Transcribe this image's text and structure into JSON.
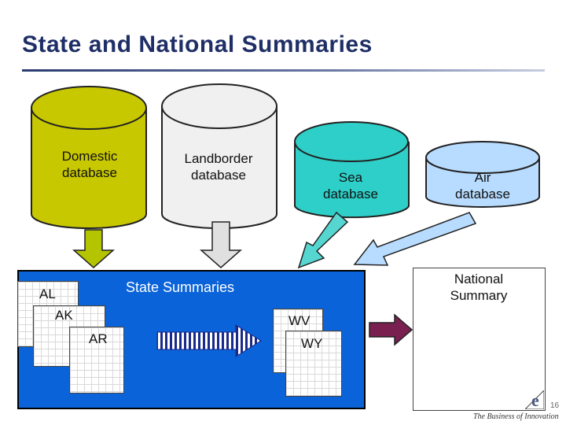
{
  "slide": {
    "title": "State and National Summaries",
    "page_number": "16",
    "footer_brand": "The Business of Innovation",
    "logo_letter": "e"
  },
  "databases": [
    {
      "id": "domestic",
      "label": "Domestic\ndatabase",
      "color": "#c8c800"
    },
    {
      "id": "landborder",
      "label": "Landborder\ndatabase",
      "color": "#f0f0f0"
    },
    {
      "id": "sea",
      "label": "Sea\ndatabase",
      "color": "#2ecfc8"
    },
    {
      "id": "air",
      "label": "Air\ndatabase",
      "color": "#b8dcff"
    }
  ],
  "state_panel": {
    "title": "State Summaries",
    "color": "#0a63d8",
    "sheets": [
      "AL",
      "AK",
      "AR",
      "WV",
      "WY"
    ]
  },
  "national": {
    "label": "National\nSummary"
  },
  "arrow_colors": {
    "domestic": "#b4c400",
    "landborder": "#e0e0e0",
    "sea": "#55d6d0",
    "air": "#b8dcff",
    "state_to_national": "#7a2050"
  }
}
